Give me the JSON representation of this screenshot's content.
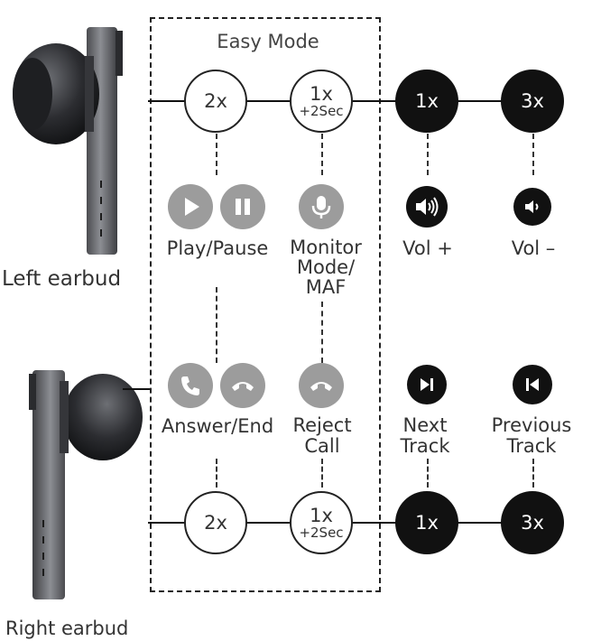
{
  "easy_mode_label": "Easy Mode",
  "left": {
    "label": "Left earbud",
    "taps": [
      {
        "big": "2x",
        "small": "",
        "style": "white"
      },
      {
        "big": "1x",
        "small": "+2Sec",
        "style": "white"
      },
      {
        "big": "1x",
        "small": "",
        "style": "black"
      },
      {
        "big": "3x",
        "small": "",
        "style": "black"
      }
    ],
    "actions": [
      {
        "text": "Play/Pause",
        "icons": [
          "play-icon",
          "pause-icon"
        ]
      },
      {
        "text": "Monitor Mode/ MAF",
        "lines": [
          "Monitor",
          "Mode/",
          "MAF"
        ],
        "icons": [
          "microphone-icon"
        ]
      },
      {
        "text": "Vol +",
        "icons": [
          "volume-up-icon"
        ]
      },
      {
        "text": "Vol –",
        "icons": [
          "volume-down-icon"
        ]
      }
    ]
  },
  "right": {
    "label": "Right earbud",
    "taps": [
      {
        "big": "2x",
        "small": "",
        "style": "white"
      },
      {
        "big": "1x",
        "small": "+2Sec",
        "style": "white"
      },
      {
        "big": "1x",
        "small": "",
        "style": "black"
      },
      {
        "big": "3x",
        "small": "",
        "style": "black"
      }
    ],
    "actions": [
      {
        "text": "Answer/End",
        "icons": [
          "answer-call-icon",
          "end-call-icon"
        ]
      },
      {
        "text": "Reject Call",
        "lines": [
          "Reject",
          "Call"
        ],
        "icons": [
          "reject-call-icon"
        ]
      },
      {
        "text": "Next Track",
        "lines": [
          "Next",
          "Track"
        ],
        "icons": [
          "next-track-icon"
        ]
      },
      {
        "text": "Previous Track",
        "lines": [
          "Previous",
          "Track"
        ],
        "icons": [
          "previous-track-icon"
        ]
      }
    ]
  },
  "colors": {
    "gray_icon": "#9c9c9c",
    "dark_icon": "#111111",
    "line": "#111111"
  }
}
